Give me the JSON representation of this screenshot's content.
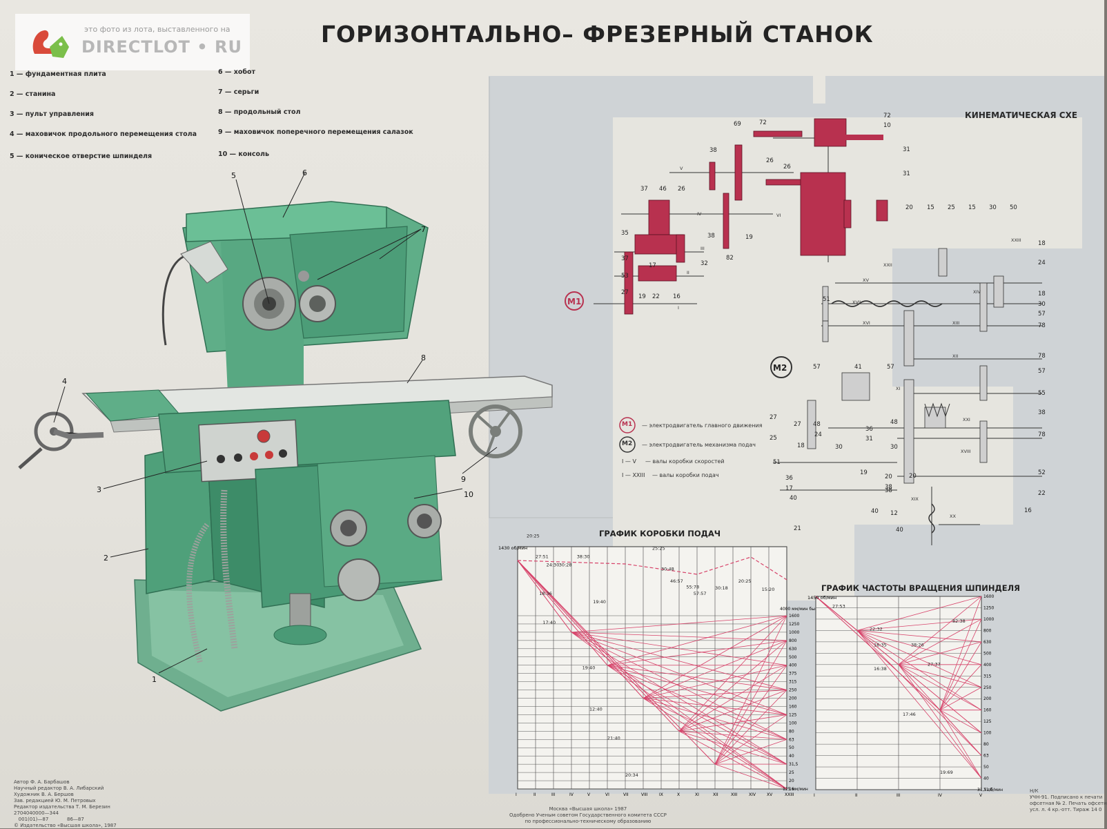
{
  "watermark": {
    "caption": "это фото из лота, выставленного на",
    "brand": "DIRECTLOT • RU"
  },
  "poster": {
    "title": "ГОРИЗОНТАЛЬНО– ФРЕЗЕРНЫЙ СТАНОК"
  },
  "legend": [
    {
      "text": "1 — фундаментная плита"
    },
    {
      "text": "2 — станина"
    },
    {
      "text": "3 — пульт управления"
    },
    {
      "text": "4 — маховичок продольного перемещения стола"
    },
    {
      "text": "5 — коническое отверстие шпинделя"
    },
    {
      "text": "6 — хобот"
    },
    {
      "text": "7 — серьги"
    },
    {
      "text": "8 — продольный стол"
    },
    {
      "text": "9 — маховичок поперечного перемещения салазок"
    },
    {
      "text": "10 — консоль"
    }
  ],
  "machine_callouts": [
    "1",
    "2",
    "3",
    "4",
    "5",
    "6",
    "7",
    "8",
    "9",
    "10"
  ],
  "kinematic": {
    "title": "КИНЕМАТИЧЕСКАЯ СХЕ",
    "motor1": "М1",
    "motor2": "М2",
    "legend": [
      {
        "symbol": "М1",
        "text": "— электродвигатель главного движения"
      },
      {
        "symbol": "М2",
        "text": "— электродвигатель механизма подач"
      },
      {
        "symbol": "I — V",
        "text": "— валы коробки скоростей"
      },
      {
        "symbol": "I — XXIII",
        "text": "— валы коробки подач"
      }
    ],
    "gear_labels_main": [
      "69",
      "72",
      "72",
      "10",
      "38",
      "26",
      "26",
      "31",
      "31",
      "37",
      "46",
      "26",
      "35",
      "38",
      "37",
      "53",
      "27",
      "17",
      "19",
      "22",
      "16",
      "82",
      "19",
      "32"
    ],
    "gear_labels_feed": [
      "20",
      "15",
      "25",
      "15",
      "30",
      "50",
      "18",
      "24",
      "18",
      "30",
      "57",
      "78",
      "78",
      "57",
      "55",
      "38",
      "78",
      "52",
      "22",
      "16",
      "51",
      "57",
      "41",
      "57",
      "27",
      "25",
      "27",
      "48",
      "24",
      "36",
      "31",
      "48",
      "30",
      "18",
      "51",
      "36",
      "17",
      "40",
      "19",
      "38",
      "20",
      "40",
      "12",
      "40",
      "21",
      "38",
      "30",
      "20"
    ],
    "feed_shafts": [
      "XV",
      "XVII",
      "XIV",
      "XVI",
      "XIII",
      "XII",
      "XI",
      "XXI",
      "XVIII",
      "XIX",
      "XX",
      "XXII",
      "XXIII"
    ],
    "main_shafts": [
      "V",
      "IV",
      "III",
      "VI",
      "II",
      "I"
    ]
  },
  "chart_data": [
    {
      "type": "line",
      "title": "ГРАФИК КОРОБКИ ПОДАЧ",
      "left_top_label": "1430 об/мин",
      "right_top_label": "4000 мм/мин быстрый ход",
      "right_bottom_label": "125 мм/мин",
      "x_ticks": [
        "I",
        "II",
        "III",
        "IV",
        "V",
        "VI",
        "VII",
        "VIII",
        "IX",
        "X",
        "XI",
        "XII",
        "XIII",
        "XIV",
        "XV",
        "XXIII"
      ],
      "right_axis_values": [
        1600,
        1250,
        1000,
        800,
        630,
        500,
        400,
        375,
        315,
        250,
        200,
        160,
        125,
        100,
        80,
        63,
        50,
        40,
        31.5,
        25,
        20,
        16
      ],
      "ratio_labels": [
        "20:25",
        "27:51",
        "24:30",
        "30:28",
        "38:30",
        "25:25",
        "18:36",
        "17:40",
        "19:40",
        "30:48",
        "46:57",
        "55:78",
        "57:57",
        "30:18",
        "20:25",
        "15:20",
        "19:40",
        "12:40",
        "21:40",
        "20:34"
      ]
    },
    {
      "type": "line",
      "title": "ГРАФИК ЧАСТОТЫ ВРАЩЕНИЯ  ШПИНДЕЛЯ",
      "left_top_label": "1450 об/мин",
      "right_bottom_label": "31,5 об/мин",
      "x_ticks": [
        "I",
        "II",
        "III",
        "IV",
        "V"
      ],
      "right_axis_values": [
        1600,
        1250,
        1000,
        800,
        630,
        500,
        400,
        315,
        250,
        200,
        160,
        125,
        100,
        80,
        63,
        50,
        40,
        31.5
      ],
      "ratio_labels": [
        "27:53",
        "22:32",
        "16:35",
        "38:26",
        "82:38",
        "27:37",
        "16:38",
        "17:46",
        "19:69"
      ]
    }
  ],
  "footer_left": "Автор Ф. А. Барбашов\nНаучный редактор В. А. Либарский\nХудожник В. А. Бершов\nЗав. редакцией Ю. М. Петровых\nРедактор издательства Т. М. Березин\n2704040000—344\n   001(01)—87            86—87\n© Издательство «Высшая школа», 1987",
  "footer_center": "Москва «Высшая школа» 1987\nОдобрено Ученым советом Государственного комитета СССР\nпо профессионально-техническому образованию",
  "footer_right": "Н/К\nУЧН-91. Подписано к печати\nофсетная № 2. Печать офсетн\nусл. л. 4 кр.-отт. Тираж 14 0"
}
